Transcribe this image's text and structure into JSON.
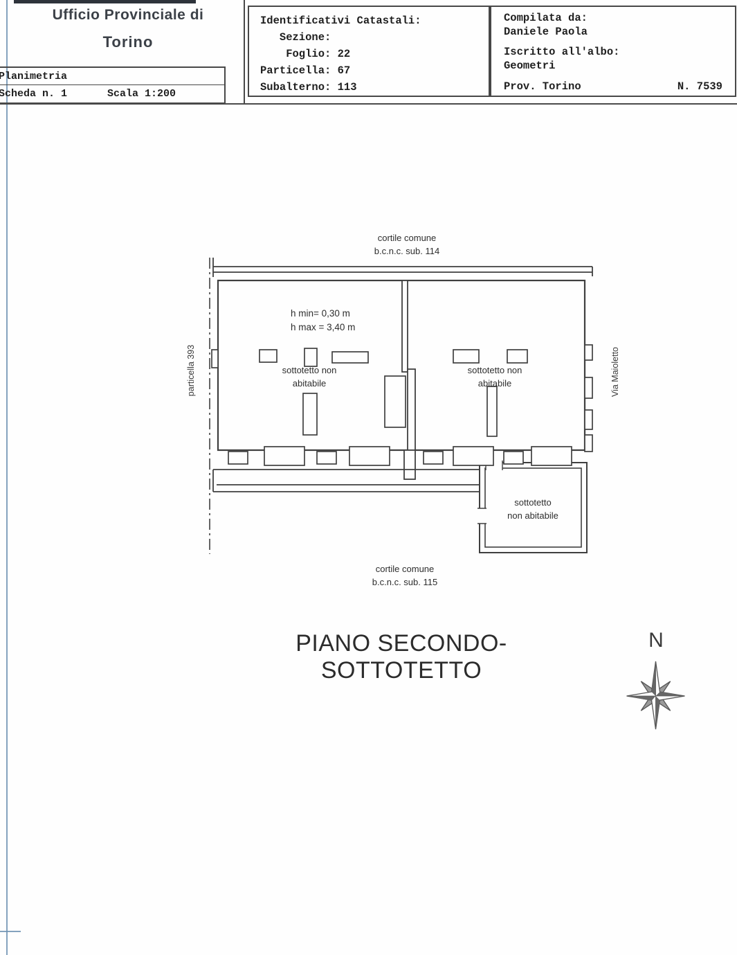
{
  "header": {
    "office": {
      "line1": "Ufficio Provinciale di",
      "line2": "Torino"
    },
    "plan_box": {
      "doc_type": "Planimetria",
      "sheet": "Scheda n. 1",
      "scale": "Scala 1:200"
    },
    "cadastral": {
      "lines": [
        "Identificativi Catastali:",
        "   Sezione:",
        "    Foglio: 22",
        "Particella: 67",
        "Subalterno: 113"
      ]
    },
    "author": {
      "compiled_label": "Compilata da:",
      "compiled_name": "Daniele Paola",
      "albo_label": "Iscritto all'albo:",
      "albo_value": "Geometri",
      "province": "Prov. Torino",
      "register_number": "N. 7539"
    }
  },
  "plan": {
    "courtyard_top_line1": "cortile comune",
    "courtyard_top_line2": "b.c.n.c. sub. 114",
    "courtyard_bottom_line1": "cortile comune",
    "courtyard_bottom_line2": "b.c.n.c. sub. 115",
    "parcel_left": "particella 393",
    "street_right": "Via Maioletto",
    "height_min": "h min= 0,30 m",
    "height_max": "h max = 3,40 m",
    "attic_left_line1": "sottotetto non",
    "attic_left_line2": "abitabile",
    "attic_right_line1": "sottotetto non",
    "attic_right_line2": "abitabile",
    "attic_small_line1": "sottotetto",
    "attic_small_line2": "non abitabile"
  },
  "title": "PIANO SECONDO-SOTTOTETTO",
  "compass": {
    "north": "N"
  },
  "colors": {
    "ink": "#3f3f3f",
    "margin_line": "#6e92b3",
    "paper": "#fefefe"
  }
}
